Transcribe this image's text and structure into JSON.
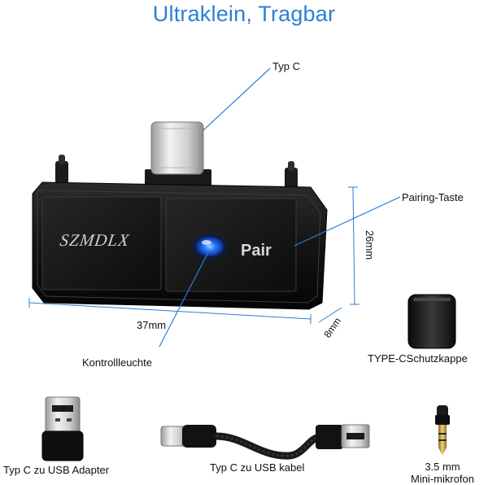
{
  "title": "Ultraklein, Tragbar",
  "device": {
    "brand_logo": "SZMDLX",
    "pair_button_label": "Pair"
  },
  "callouts": {
    "usb_c": "Typ C",
    "pairing_button": "Pairing-Taste",
    "indicator_light": "Kontrollleuchte",
    "protective_cap": "TYPE-CSchutzkappe"
  },
  "dimensions": {
    "width": "37mm",
    "height": "26mm",
    "depth": "8mm"
  },
  "accessories": [
    {
      "label": "Typ C zu USB Adapter"
    },
    {
      "label": "Typ C zu USB kabel"
    },
    {
      "label_line1": "3.5 mm",
      "label_line2": "Mini-mikrofon"
    }
  ],
  "colors": {
    "title": "#2b7fd6",
    "callout_line": "#2b7fd6",
    "indicator_led": "#1f6dff",
    "device_body": "#151515"
  }
}
